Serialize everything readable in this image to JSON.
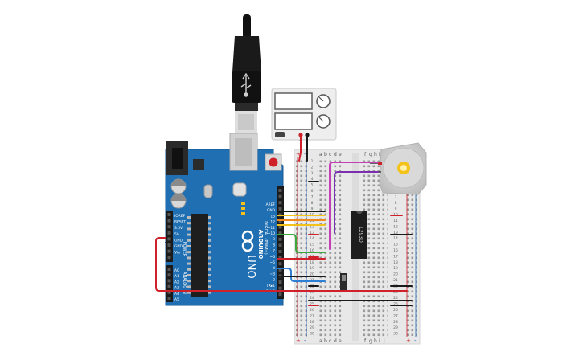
{
  "canvas": {
    "background": "#ffffff"
  },
  "arduino": {
    "brand": "ARDUINO",
    "model": "UNO",
    "reset_label": "RESET",
    "ioref_label": "IOREF",
    "power_header_labels": [
      "IOREF",
      "RESET",
      "3.3V",
      "5V",
      "GND",
      "GND",
      "Vin"
    ],
    "power_title": "POWER",
    "analog_header_labels": [
      "A0",
      "A1",
      "A2",
      "A3",
      "A4",
      "A5"
    ],
    "analog_title": "ANALOG IN",
    "digital_header_labels": [
      "AREF",
      "GND",
      "13",
      "12",
      "~11",
      "~10",
      "~9",
      "8",
      "7",
      "~6",
      "~5",
      "4",
      "~3",
      "2",
      "TX▸1",
      "RX◂0"
    ],
    "digital_title": "DIGITAL (PWM~)",
    "board_color": "#1f6fb2"
  },
  "usb_cable": {
    "icon": "usb-plug-icon"
  },
  "power_supply": {
    "icon": "bench-power-supply-icon",
    "display_1": "",
    "display_2": "",
    "plus_label": "+",
    "minus_label": "-"
  },
  "breadboard": {
    "column_letters_left": [
      "a",
      "b",
      "c",
      "d",
      "e"
    ],
    "column_letters_right": [
      "f",
      "g",
      "h",
      "i",
      "j"
    ],
    "rail_plus": "+",
    "rail_minus": "-",
    "row_numbers": [
      "1",
      "2",
      "3",
      "4",
      "5",
      "6",
      "7",
      "8",
      "9",
      "10",
      "11",
      "12",
      "13",
      "14",
      "15",
      "16",
      "17",
      "18",
      "19",
      "20",
      "21",
      "22",
      "23",
      "24",
      "25",
      "26",
      "27",
      "28",
      "29",
      "30"
    ]
  },
  "driver_ic": {
    "label": "L293D"
  },
  "slide_switch": {
    "icon": "slide-switch-icon"
  },
  "motor": {
    "icon": "dc-motor-icon"
  },
  "wire_colors": {
    "black": "#1a1a1a",
    "red": "#d0202a",
    "yellow": "#f2c21b",
    "orange": "#f08a1c",
    "green": "#3aa83a",
    "blue": "#2e7fd6",
    "magenta": "#c23fb5",
    "purple": "#7a2fb0"
  }
}
